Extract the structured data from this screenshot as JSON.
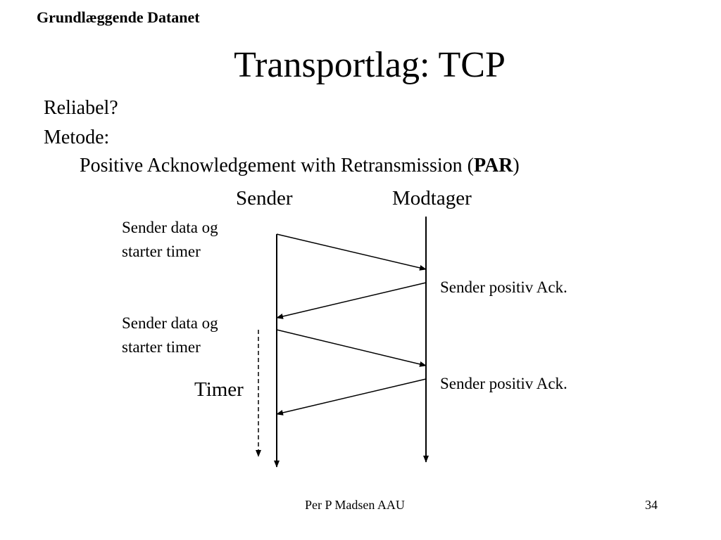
{
  "header": {
    "course": "Grundlæggende Datanet"
  },
  "slide": {
    "title": "Transportlag: TCP",
    "bullets": {
      "line1": "Reliabel?",
      "line2": "Metode:",
      "par_prefix": "Positive Acknowledgement with Retransmission (",
      "par_bold": "PAR",
      "par_suffix": ")"
    }
  },
  "diagram": {
    "sender_label": "Sender",
    "receiver_label": "Modtager",
    "send_note_1_line1": "Sender data og",
    "send_note_1_line2": "starter timer",
    "ack_note_1": "Sender positiv Ack.",
    "send_note_2_line1": "Sender data og",
    "send_note_2_line2": "starter timer",
    "ack_note_2": "Sender positiv Ack.",
    "timer_label": "Timer"
  },
  "footer": {
    "author": "Per P Madsen AAU",
    "page": "34"
  },
  "colors": {
    "ink": "#000000",
    "background": "#ffffff"
  }
}
